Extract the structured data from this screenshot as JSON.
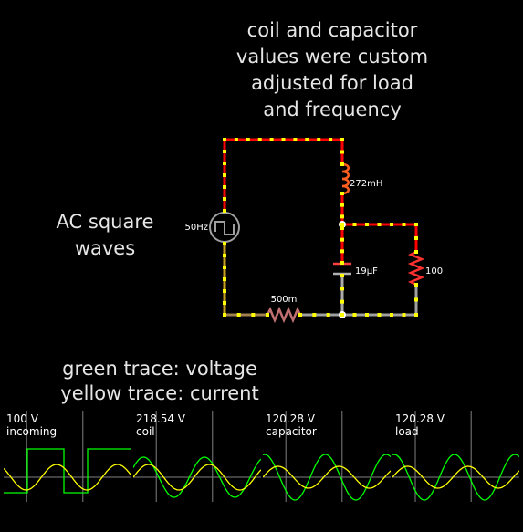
{
  "annotations": {
    "title_lines": [
      "coil and capacitor",
      "values were custom",
      "adjusted for load",
      "and frequency"
    ],
    "source_label_lines": [
      "AC square",
      "waves"
    ],
    "trace_legend_lines": [
      "green trace: voltage",
      "yellow trace: current"
    ]
  },
  "components": {
    "source": {
      "label": "50Hz"
    },
    "inductor": {
      "label": "272mH"
    },
    "capacitor": {
      "label": "19µF"
    },
    "load_resistor": {
      "label": "100"
    },
    "series_resistor": {
      "label": "500m"
    }
  },
  "colors": {
    "background": "#000000",
    "wire_live": "#ff0000",
    "wire_ground": "#7f7f7f",
    "node_dot": "#ffff00",
    "voltage_trace": "#00ff00",
    "current_trace": "#ffff00",
    "scope_grid": "#808080",
    "text": "#ffffff"
  },
  "scopes": [
    {
      "value": "100 V",
      "name": "incoming",
      "waveform": "square"
    },
    {
      "value": "218.54 V",
      "name": "coil",
      "waveform": "sine"
    },
    {
      "value": "120.28 V",
      "name": "capacitor",
      "waveform": "sine"
    },
    {
      "value": "120.28 V",
      "name": "load",
      "waveform": "sine"
    }
  ]
}
